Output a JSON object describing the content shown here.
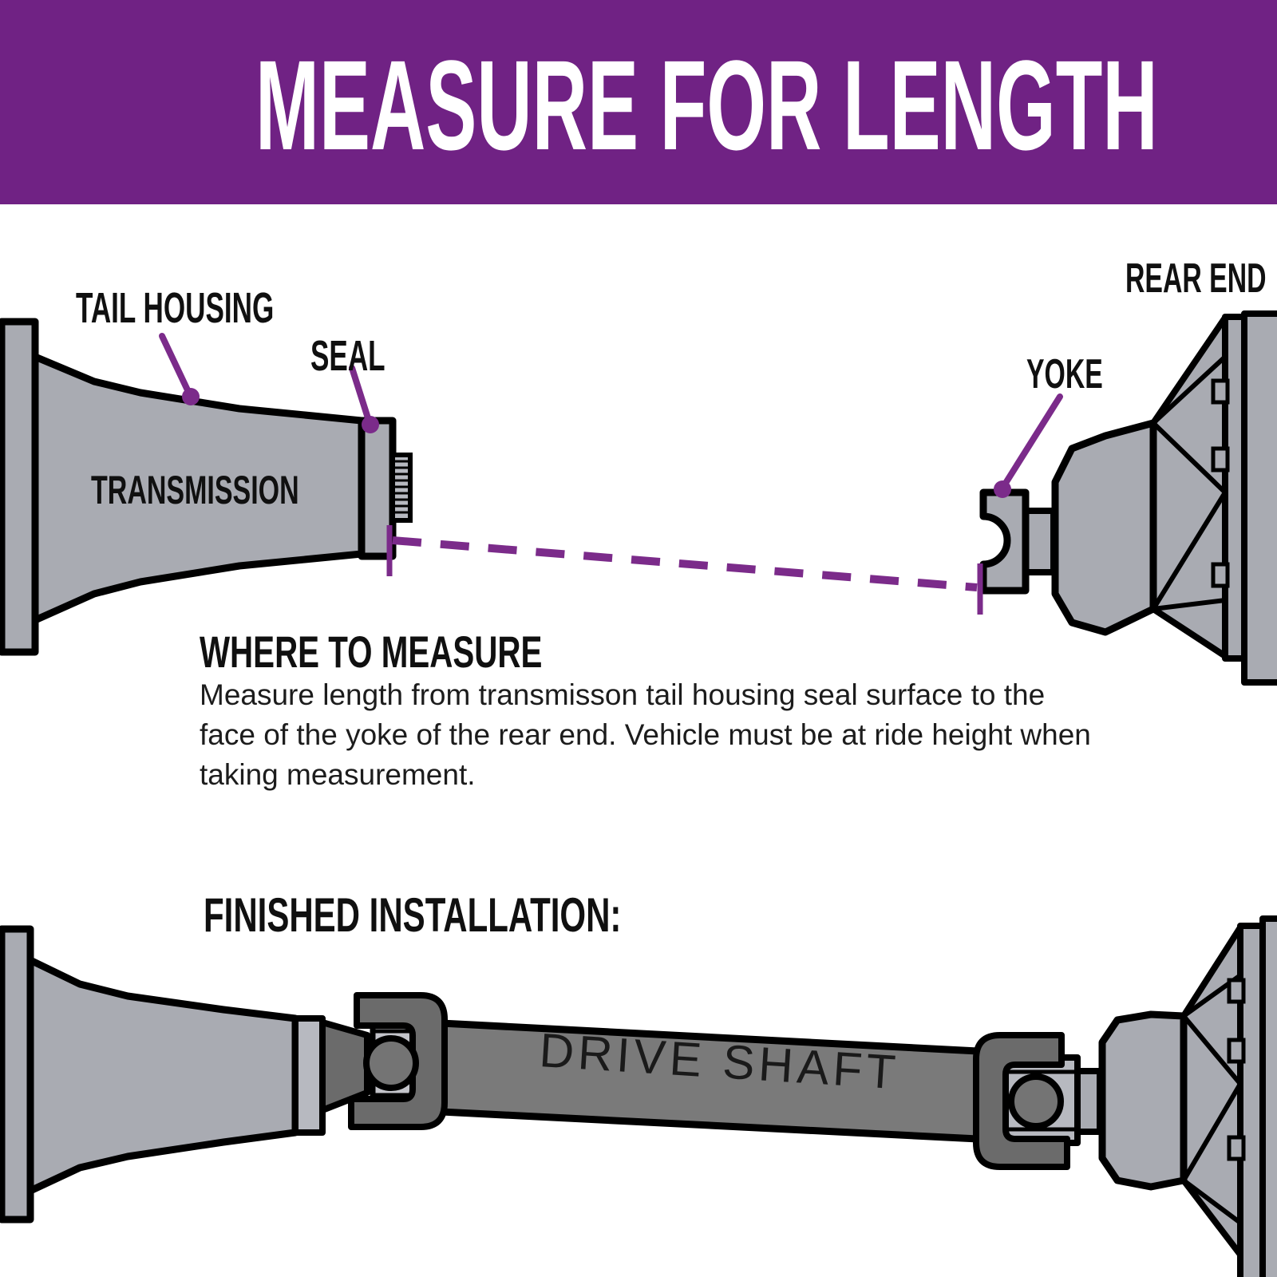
{
  "banner": {
    "title": "MEASURE FOR LENGTH",
    "bg": "#702284",
    "fg": "#ffffff"
  },
  "colors": {
    "banner_purple": "#702284",
    "purple_accent": "#7b2b8a",
    "part_grey": "#a9abb2",
    "part_grey_mid": "#b7b9c0",
    "part_grey_light": "#c3c4ca",
    "shaft_grey": "#7a7a7a",
    "bracket_grey": "#6b6b6b",
    "joint_grey": "#747474",
    "outline_black": "#000000"
  },
  "top_diagram": {
    "labels": {
      "tail_housing": "TAIL HOUSING",
      "seal": "SEAL",
      "transmission": "TRANSMISSION",
      "rear_end": "REAR END",
      "yoke": "YOKE"
    }
  },
  "where_to_measure": {
    "heading": "WHERE TO MEASURE",
    "body": "Measure length from transmisson tail housing seal surface to the\nface of the yoke of the rear end. Vehicle must be at ride height when\ntaking measurement."
  },
  "finished_installation": {
    "heading": "FINISHED INSTALLATION:",
    "drive_shaft_label": "DRIVE SHAFT"
  }
}
